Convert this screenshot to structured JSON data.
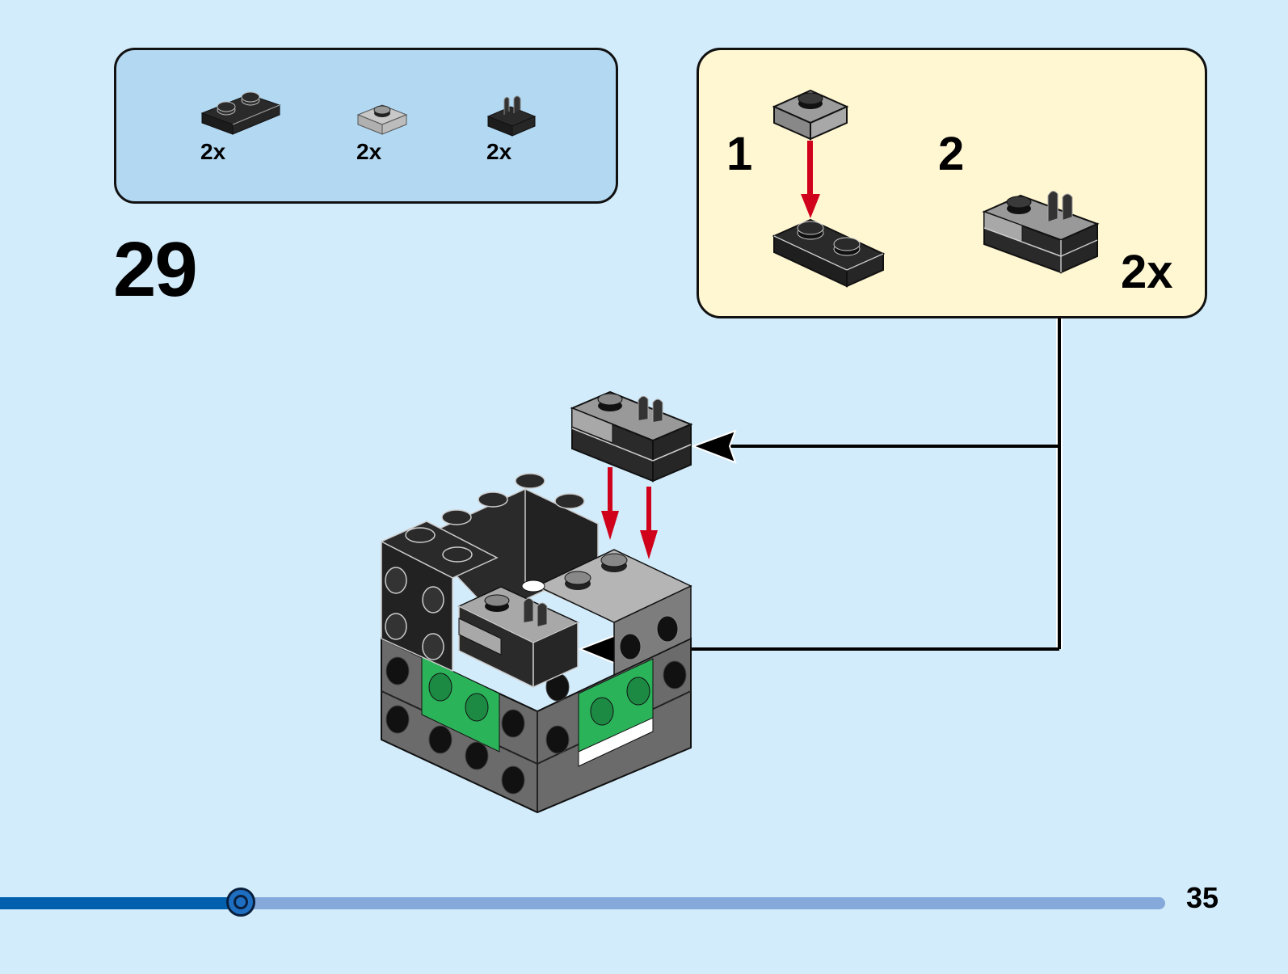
{
  "step": {
    "number": "29"
  },
  "parts_list": {
    "items": [
      {
        "name": "plate-1x2-black",
        "color": "#2a2a2a",
        "quantity": "2x"
      },
      {
        "name": "plate-1x1-light-gray",
        "color": "#bdbdbd",
        "quantity": "2x"
      },
      {
        "name": "plate-1x1-clip-black",
        "color": "#2a2a2a",
        "quantity": "2x"
      }
    ]
  },
  "sub_assembly": {
    "steps": [
      {
        "label": "1"
      },
      {
        "label": "2"
      }
    ],
    "multiplier": "2x"
  },
  "progress": {
    "fraction": 0.207
  },
  "page": {
    "number": "35"
  },
  "colors": {
    "background": "#d3ecfb",
    "parts_panel": "#b3d8f2",
    "subassembly_panel": "#fff6d2",
    "arrow_red": "#d0021b",
    "brick_black": "#2a2a2a",
    "brick_gray": "#6b6b6b",
    "brick_light_gray": "#b5b5b5",
    "brick_green": "#2bb35a",
    "progress_fill": "#0060ad",
    "progress_track": "#85a9da"
  }
}
